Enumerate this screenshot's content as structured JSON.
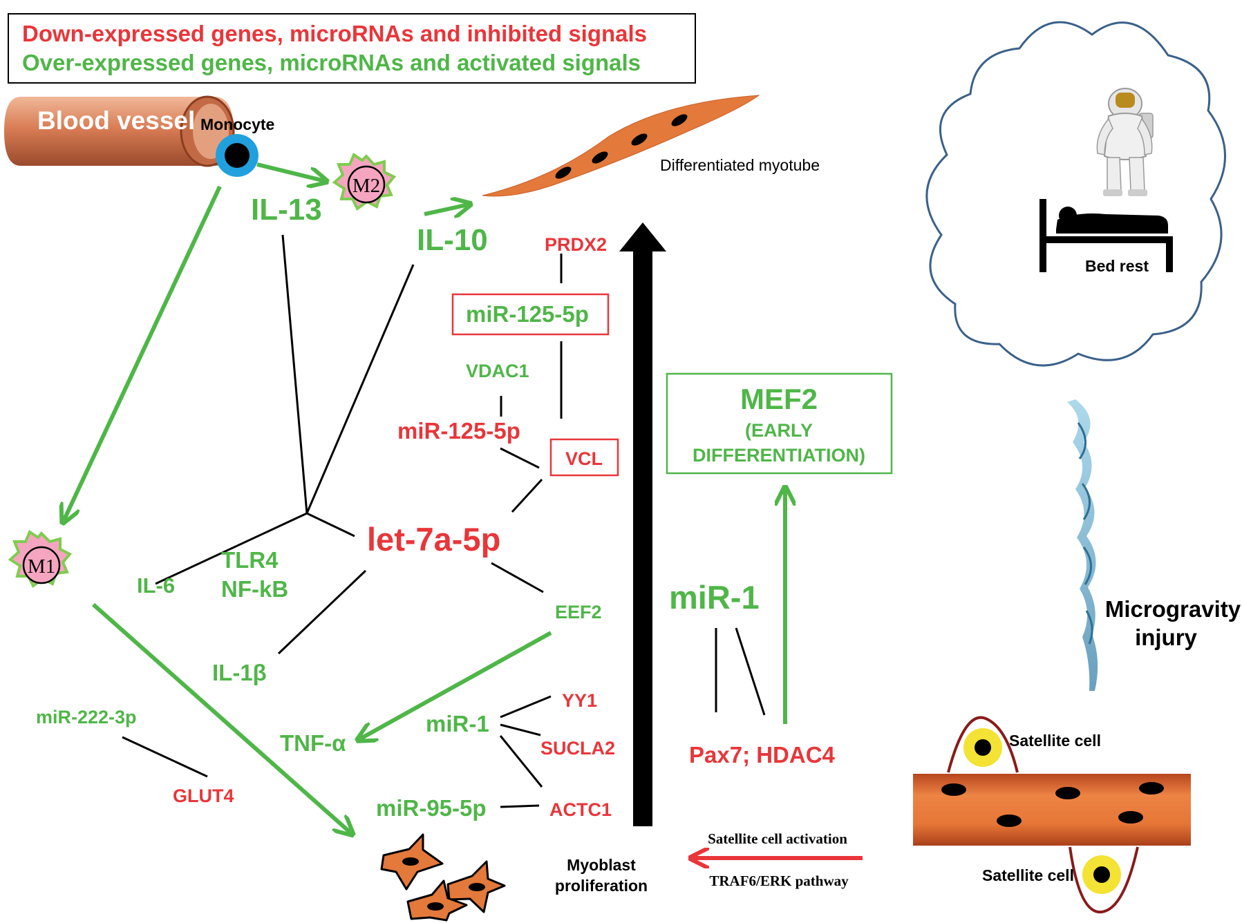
{
  "colors": {
    "down": "#e8363a",
    "up": "#4fb648",
    "line": "#000000",
    "cloud": "#3a6189",
    "muscle": "#e3793a",
    "cell_pink": "#f6a5c0",
    "cell_yellow": "#f4e234"
  },
  "legend": {
    "down_text": "Down-expressed genes, microRNAs and inhibited signals",
    "up_text": "Over-expressed genes, microRNAs and activated signals"
  },
  "labels": {
    "blood_vessel": "Blood vessel",
    "monocyte": "Monocyte",
    "m2": "M2",
    "m1": "M1",
    "il13": "IL-13",
    "il10": "IL-10",
    "diff_myotube": "Differentiated myotube",
    "prdx2": "PRDX2",
    "mir125_boxed": "miR-125-5p",
    "vdac1": "VDAC1",
    "mir125_red": "miR-125-5p",
    "vcl": "VCL",
    "let7a": "let-7a-5p",
    "il6": "IL-6",
    "tlr4": "TLR4",
    "nfkb": "NF-kB",
    "eef2": "EEF2",
    "il1b": "IL-1β",
    "mir222": "miR-222-3p",
    "glut4": "GLUT4",
    "tnfa": "TNF-α",
    "mir1_small": "miR-1",
    "yy1": "YY1",
    "sucla2": "SUCLA2",
    "actc1": "ACTC1",
    "mir95": "miR-95-5p",
    "myoblast_1": "Myoblast",
    "myoblast_2": "proliferation",
    "mef2": "MEF2",
    "mef2_sub1": "(EARLY",
    "mef2_sub2": "DIFFERENTIATION)",
    "mir1_big": "miR-1",
    "pax7": "Pax7; HDAC4",
    "sat_activation": "Satellite cell activation",
    "traf6": "TRAF6/ERK pathway",
    "satellite_top": "Satellite cell",
    "satellite_bottom": "Satellite cell",
    "microgravity_1": "Microgravity",
    "microgravity_2": "injury",
    "bed_rest": "Bed rest"
  },
  "icons": [
    "astronaut-icon",
    "bed-icon",
    "cloud-icon",
    "smoke-plume-icon"
  ]
}
